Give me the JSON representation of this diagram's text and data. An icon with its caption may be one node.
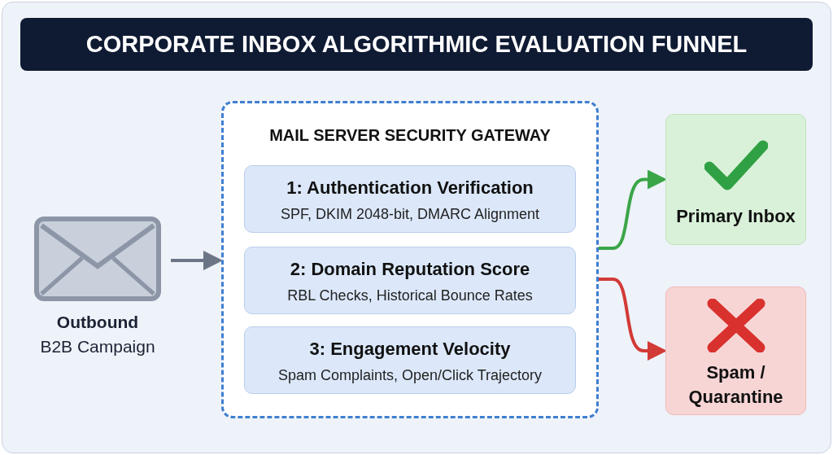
{
  "diagram": {
    "title": "CORPORATE INBOX ALGORITHMIC EVALUATION FUNNEL",
    "nodes": [
      {
        "text": [
          "Outbound",
          "B2B Campaign"
        ]
      },
      {
        "text": [
          "MAIL SERVER SECURITY GATEWAY"
        ]
      },
      {
        "text": [
          "1: Authentication Verification",
          "SPF, DKIM 2048-bit, DMARC Alignment"
        ],
        "in": 1
      },
      {
        "text": [
          "2: Domain Reputation Score",
          "RBL Checks, Historical Bounce Rates"
        ],
        "in": 1
      },
      {
        "text": [
          "3: Engagement Velocity",
          "Spam Complaints, Open/Click Trajectory"
        ],
        "in": 1
      },
      {
        "text": [
          "Primary Inbox"
        ]
      },
      {
        "text": [
          "Spam / Quarantine"
        ]
      }
    ],
    "edges": [
      {
        "from": 0,
        "to": 1,
        "arrow": "to"
      },
      {
        "from": 1,
        "to": 5,
        "arrow": "to",
        "color": "#3aa648"
      },
      {
        "from": 1,
        "to": 6,
        "arrow": "to",
        "color": "#d23a36"
      }
    ]
  }
}
